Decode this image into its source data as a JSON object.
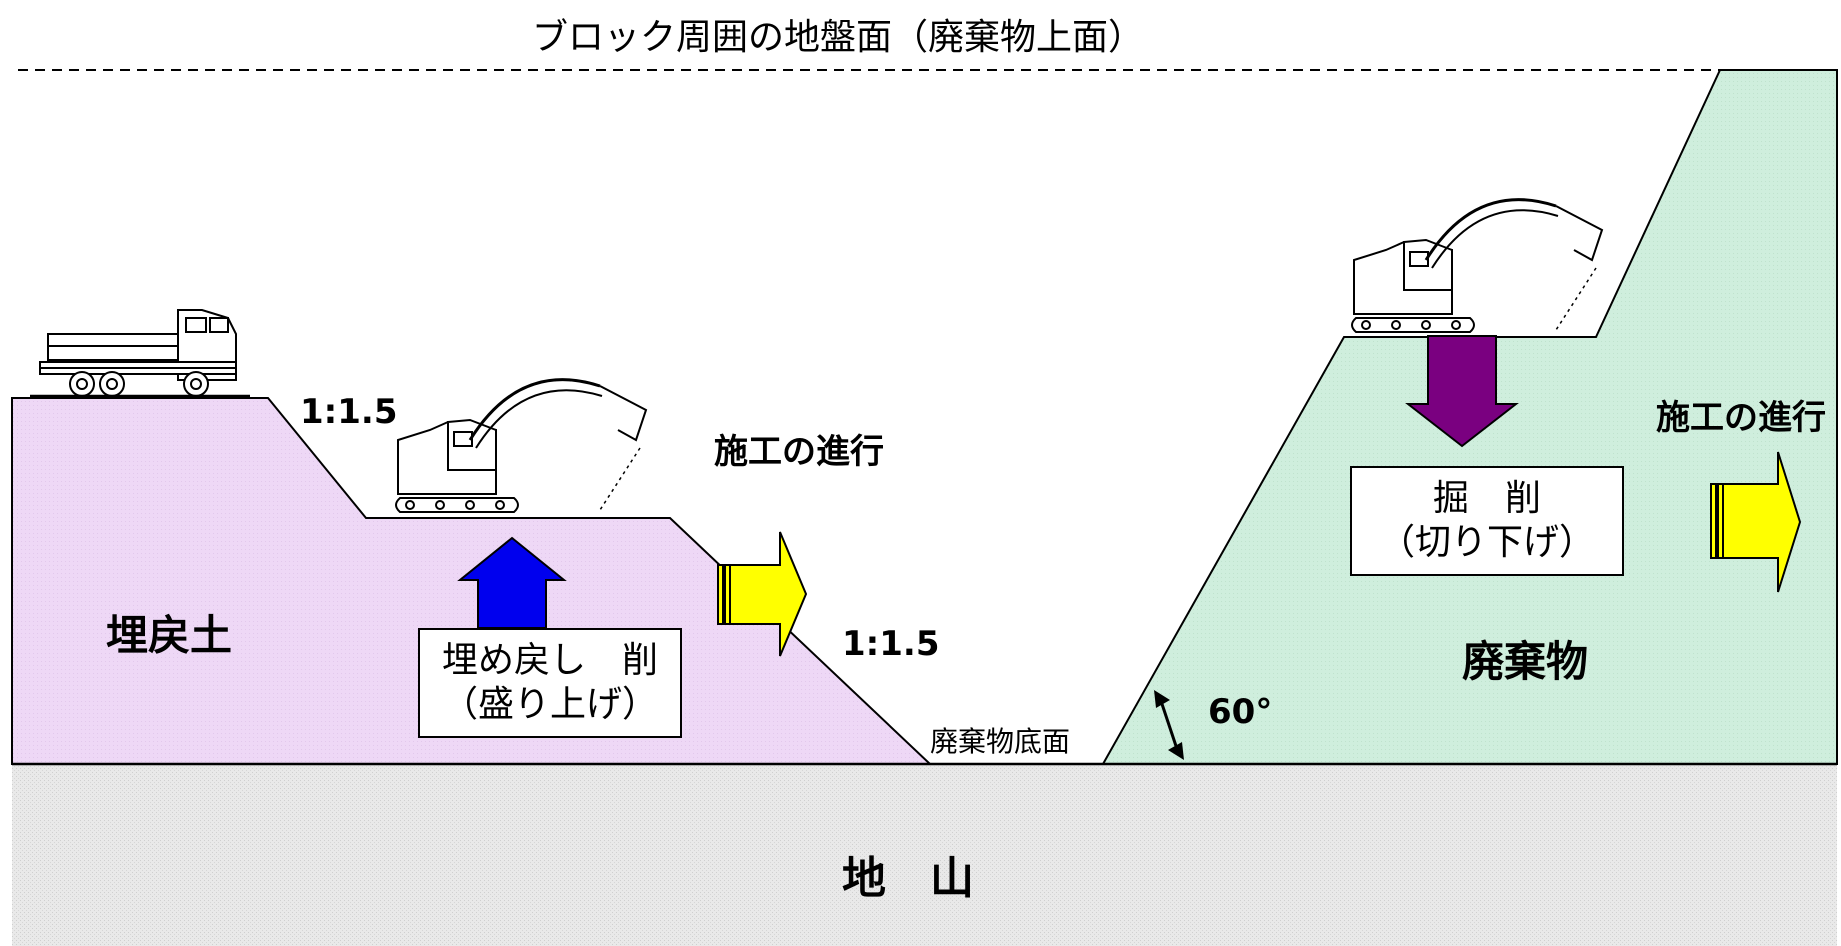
{
  "title": "ブロック周囲の地盤面（廃棄物上面）",
  "labels": {
    "backfill": "埋戻土",
    "waste": "廃棄物",
    "ground": "地　山",
    "waste_bottom": "廃棄物底面",
    "slope_upper": "1:1.5",
    "slope_lower": "1:1.5",
    "angle": "60°",
    "progress_left": "施工の進行",
    "progress_right": "施工の進行"
  },
  "boxes": {
    "backfill_op": {
      "line1": "埋め戻し　削",
      "line2": "（盛り上げ）"
    },
    "excavation_op": {
      "line1": "掘　削",
      "line2": "（切り下げ）"
    }
  },
  "colors": {
    "backfill_fill": "#eed8f6",
    "waste_fill": "#cfeedd",
    "ground_fill": "#e8e8e8",
    "up_arrow": "#0000ee",
    "down_arrow": "#7a0080",
    "progress_arrow": "#ffff00"
  },
  "icons": [
    "dump-truck-icon",
    "excavator-icon",
    "excavator-icon"
  ]
}
